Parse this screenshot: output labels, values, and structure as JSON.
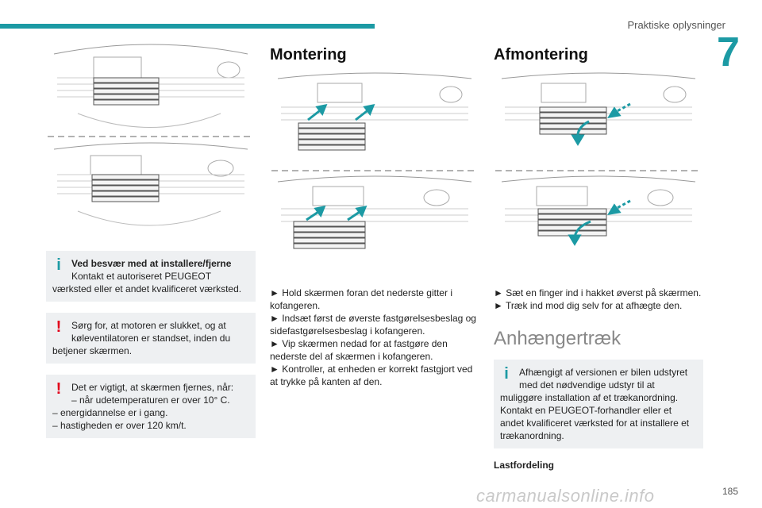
{
  "header": {
    "section_title": "Praktiske oplysninger",
    "chapter_number": "7"
  },
  "col1": {
    "info_note": {
      "title": "Ved besvær med at installere/fjerne",
      "lines": [
        "Kontakt et autoriseret PEUGEOT",
        "værksted eller et andet kvalificeret værksted."
      ]
    },
    "warn_note_1": {
      "lines": [
        "Sørg for, at motoren er slukket, og at",
        "køleventilatoren er standset, inden du",
        "betjener skærmen."
      ]
    },
    "warn_note_2": {
      "lines": [
        "Det er vigtigt, at skærmen fjernes, når:",
        "– når udetemperaturen er over 10° C.",
        "– energidannelse er i gang.",
        "– hastigheden er over 120 km/t."
      ]
    }
  },
  "col2": {
    "heading": "Montering",
    "steps": [
      "► Hold skærmen foran det nederste gitter i kofangeren.",
      "► Indsæt først de øverste fastgørelsesbeslag og sidefastgørelsesbeslag i kofangeren.",
      "► Vip skærmen nedad for at fastgøre den nederste del af skærmen i kofangeren.",
      "► Kontroller, at enheden er korrekt fastgjort ved at trykke på kanten af den."
    ]
  },
  "col3": {
    "heading": "Afmontering",
    "steps": [
      "► Sæt en finger ind i hakket øverst på skærmen.",
      "► Træk ind mod dig selv for at afhægte den."
    ],
    "subheading": "Anhængertræk",
    "info_note": {
      "lines": [
        "Afhængigt af versionen er bilen udstyret",
        "med det nødvendige udstyr til at",
        "muliggøre installation af et trækanordning.",
        "Kontakt en PEUGEOT-forhandler eller et",
        "andet kvalificeret værksted for at installere et",
        "trækanordning."
      ]
    },
    "lastfordeling": "Lastfordeling"
  },
  "footer": {
    "page_number": "185",
    "watermark": "carmanualsonline.info"
  },
  "colors": {
    "accent": "#1c9aa4",
    "warning": "#e2001a",
    "note_bg": "#eef0f2"
  },
  "icons": [
    "info-icon",
    "warning-icon",
    "arrow-icon"
  ]
}
